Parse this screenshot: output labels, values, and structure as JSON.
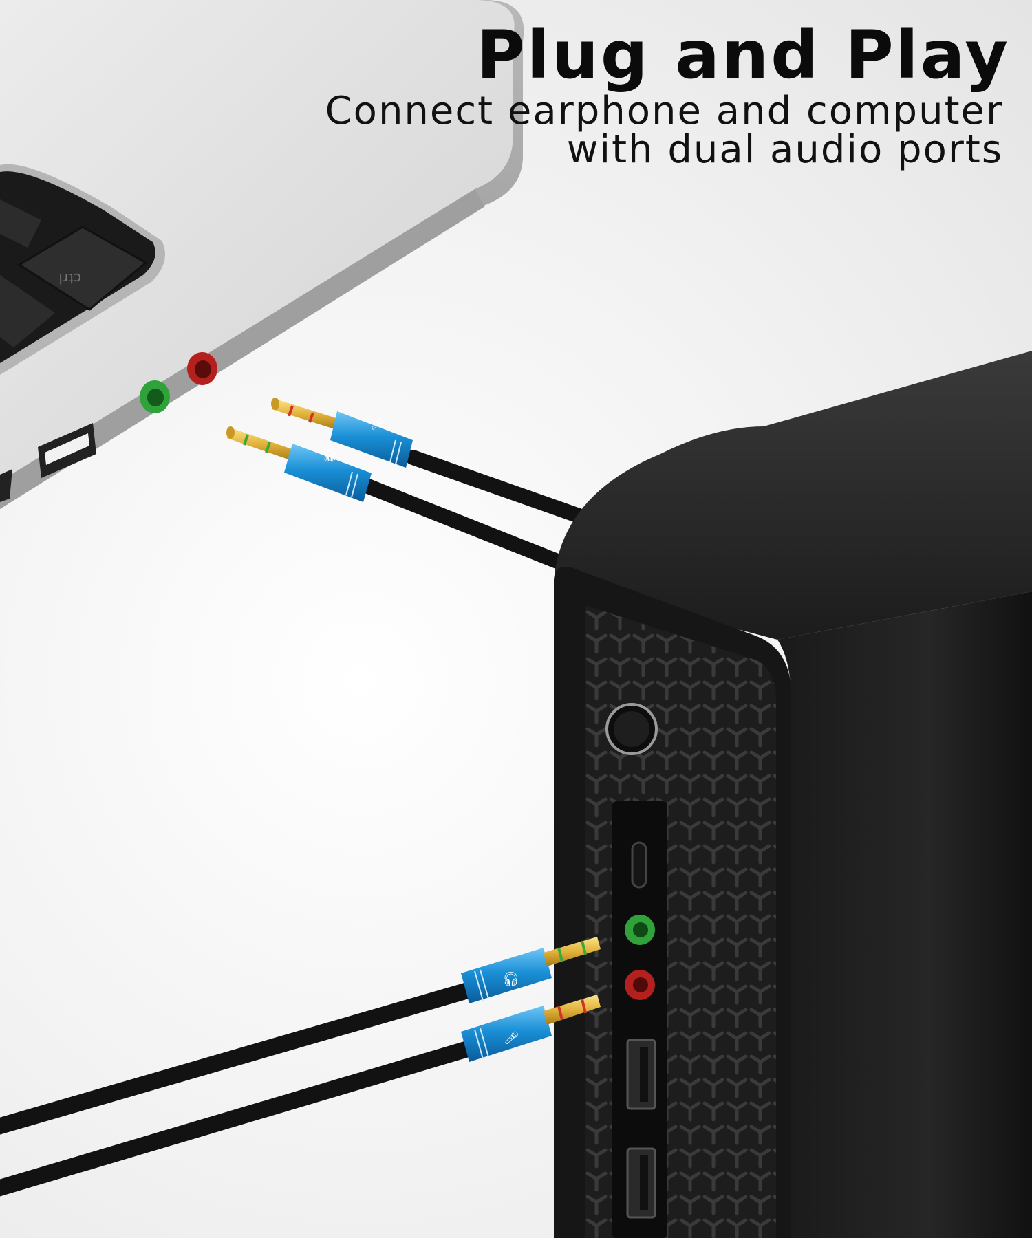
{
  "headline": "Plug and Play",
  "subheadline": {
    "line1": "Connect earphone and computer",
    "line2": "with dual audio ports"
  },
  "key_label": "ctrl",
  "colors": {
    "plug_blue": "#1a8fd6",
    "plug_gold": "#e2b23a",
    "port_green": "#2fa23a",
    "port_red": "#b3201e",
    "tower_black": "#141414"
  },
  "icons": [
    "headphone-icon",
    "microphone-icon"
  ]
}
